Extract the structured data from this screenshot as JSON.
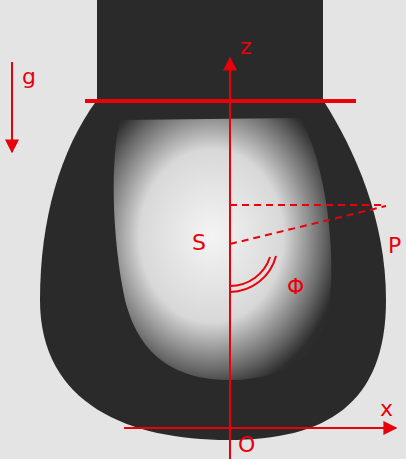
{
  "diagram": {
    "labels": [
      "g",
      "z",
      "P",
      "S",
      "Φ",
      "x",
      "O"
    ]
  }
}
